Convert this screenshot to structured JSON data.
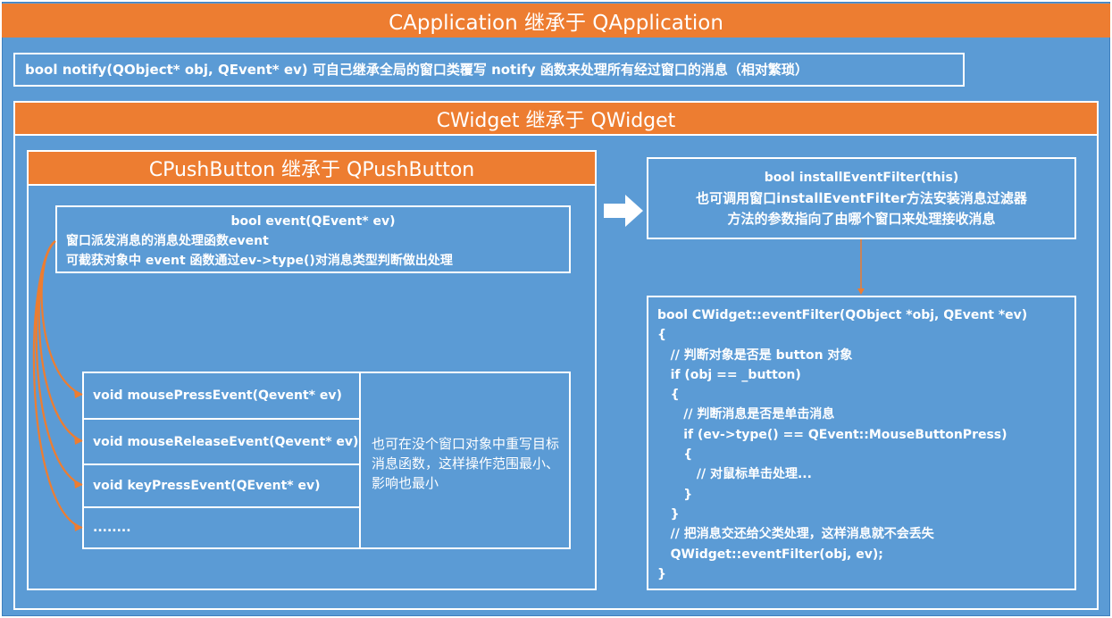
{
  "app": {
    "title": "CApplication 继承于 QApplication",
    "notify_text": "bool notify(QObject* obj, QEvent* ev) 可自己继承全局的窗口类覆写 notify 函数来处理所有经过窗口的消息（相对繁琐）"
  },
  "widget": {
    "title": "CWidget 继承于 QWidget"
  },
  "pushbutton": {
    "title": "CPushButton 继承于 QPushButton",
    "event_func": "bool event(QEvent* ev)",
    "event_line1": "窗口派发消息的消息处理函数event",
    "event_line2": "可截获对象中 event 函数通过ev->type()对消息类型判断做出处理",
    "handlers": [
      "void mousePressEvent(Qevent* ev)",
      "void mouseReleaseEvent(Qevent* ev)",
      "void keyPressEvent(QEvent* ev)",
      "........"
    ],
    "handlers_note": "也可在没个窗口对象中重写目标消息函数，这样操作范围最小、影响也最小"
  },
  "filter": {
    "line1": "bool installEventFilter(this)",
    "line2": "也可调用窗口installEventFilter方法安装消息过滤器",
    "line3": "方法的参数指向了由哪个窗口来处理接收消息"
  },
  "code": {
    "lines": [
      "bool CWidget::eventFilter(QObject *obj, QEvent *ev)",
      "{",
      "   // 判断对象是否是 button 对象",
      "   if (obj == _button)",
      "   {",
      "      // 判断消息是否是单击消息",
      "      if (ev->type() == QEvent::MouseButtonPress)",
      "      {",
      "         // 对鼠标单击处理...",
      "      }",
      "   }",
      "   // 把消息交还给父类处理，这样消息就不会丢失",
      "   QWidget::eventFilter(obj, ev);",
      "}"
    ]
  },
  "colors": {
    "background": "#5b9bd5",
    "header": "#ed7d31",
    "arrow": "#ed7d31",
    "border": "#ffffff"
  }
}
